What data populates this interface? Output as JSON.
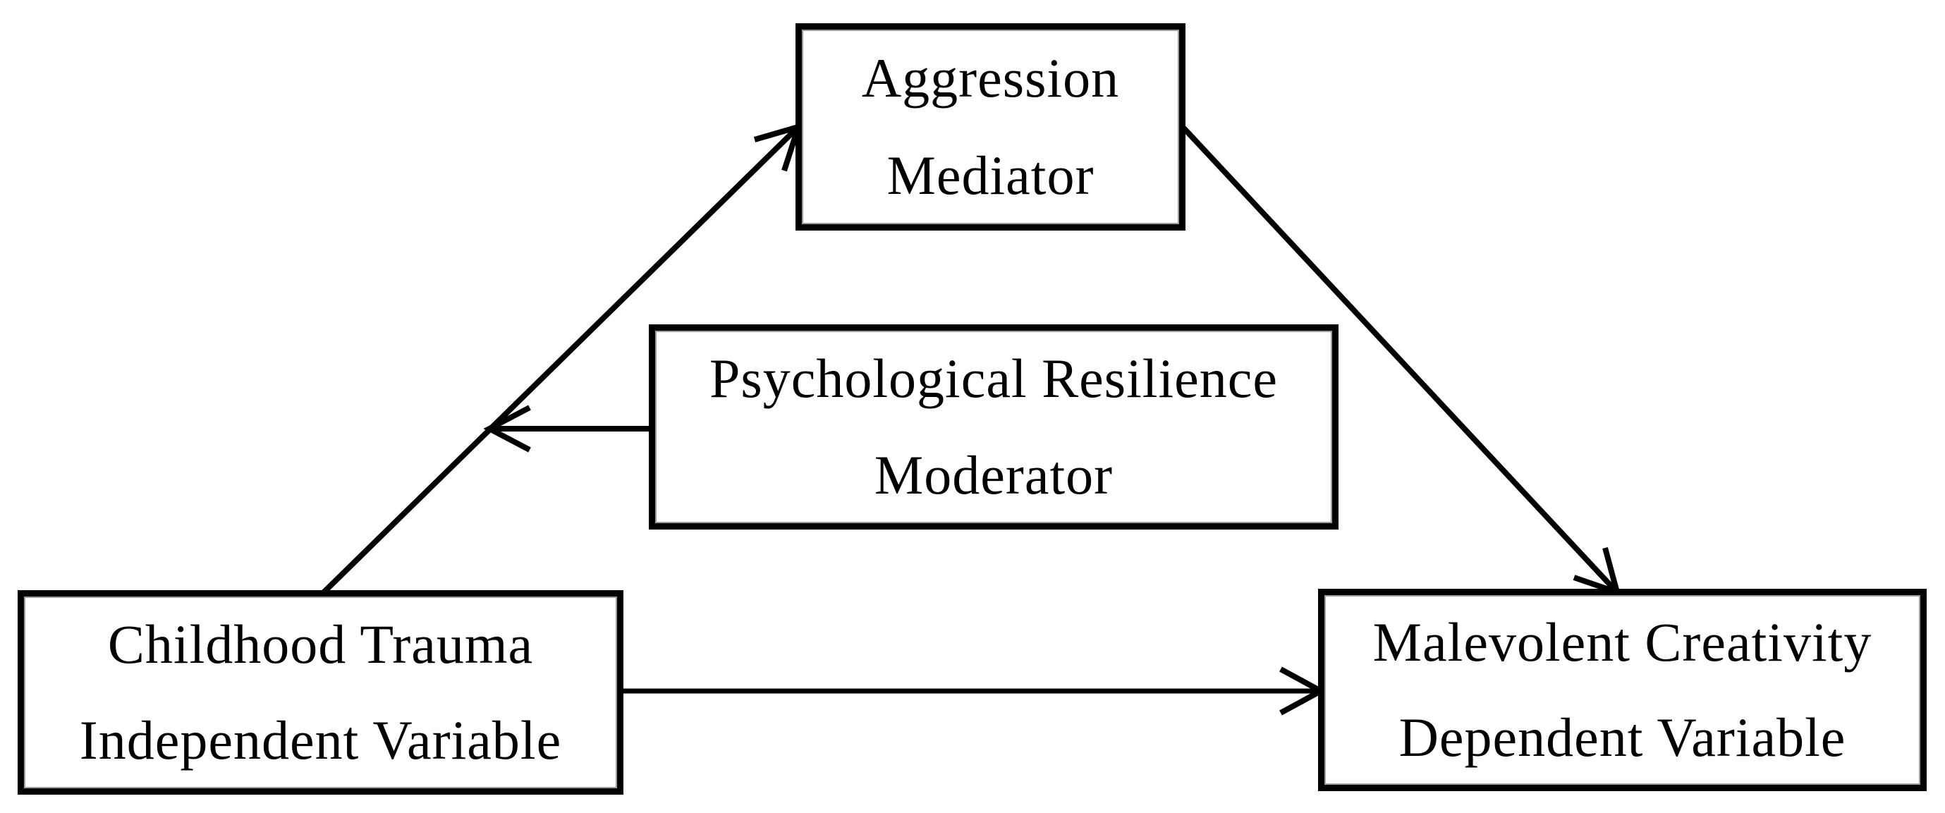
{
  "diagram": {
    "type": "path-diagram",
    "nodes": {
      "mediator": {
        "label": "Aggression",
        "role": "Mediator"
      },
      "moderator": {
        "label": "Psychological Resilience",
        "role": "Moderator"
      },
      "independent": {
        "label": "Childhood Trauma",
        "role": "Independent Variable"
      },
      "dependent": {
        "label": "Malevolent Creativity",
        "role": "Dependent Variable"
      }
    },
    "edges": [
      {
        "from": "Childhood Trauma",
        "to": "Aggression",
        "kind": "direct path"
      },
      {
        "from": "Aggression",
        "to": "Malevolent Creativity",
        "kind": "direct path"
      },
      {
        "from": "Childhood Trauma",
        "to": "Malevolent Creativity",
        "kind": "direct path"
      },
      {
        "from": "Psychological Resilience",
        "to": "Childhood Trauma - Aggression path",
        "kind": "moderation"
      }
    ],
    "colors": {
      "line": "#000000",
      "box_border": "#000000",
      "box_fill": "#ffffff",
      "text": "#000000",
      "background": "#ffffff"
    }
  }
}
